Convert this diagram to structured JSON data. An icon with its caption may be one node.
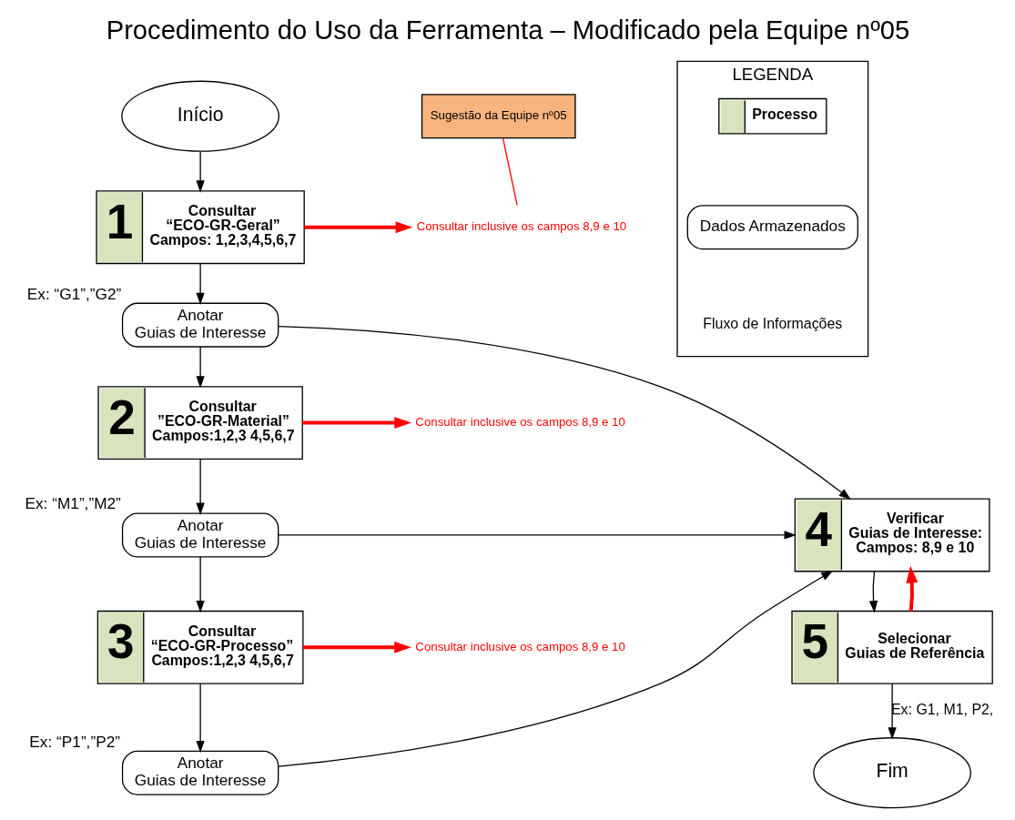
{
  "diagram": {
    "title": "Procedimento do Uso da Ferramenta – Modificado pela Equipe nº05",
    "nodes": [
      {
        "text": [
          "Início"
        ]
      },
      {
        "text": [
          "1",
          "Consultar",
          "“ECO-GR-Geral”",
          "Campos: 1,2,3,4,5,6,7"
        ]
      },
      {
        "text": [
          "Anotar",
          "Guias de Interesse"
        ],
        "beside": [
          "Ex: “G1”,”G2”"
        ]
      },
      {
        "text": [
          "2",
          "Consultar",
          "”ECO-GR-Material”",
          "Campos:1,2,3 4,5,6,7"
        ]
      },
      {
        "text": [
          "Anotar",
          "Guias de Interesse"
        ],
        "beside": [
          "Ex: “M1”,”M2”"
        ]
      },
      {
        "text": [
          "3",
          "Consultar",
          "“ECO-GR-Processo”",
          "Campos:1,2,3 4,5,6,7"
        ]
      },
      {
        "text": [
          "Anotar",
          "Guias de Interesse"
        ],
        "beside": [
          "Ex: “P1”,”P2”"
        ]
      },
      {
        "text": [
          "4",
          "Verificar",
          "Guias de Interesse:",
          "Campos: 8,9 e 10"
        ]
      },
      {
        "text": [
          "5",
          "Selecionar",
          "Guias de Referência"
        ]
      },
      {
        "text": [
          "Fim"
        ]
      },
      {
        "text": [
          "Consultar inclusive os campos 8,9 e 10"
        ]
      },
      {
        "text": [
          "Consultar inclusive os campos 8,9 e 10"
        ]
      },
      {
        "text": [
          "Consultar inclusive os campos 8,9 e 10"
        ]
      },
      {
        "text": [
          "Sugestão da Equipe nº05"
        ]
      },
      {
        "text": [
          "LEGENDA"
        ]
      },
      {
        "text": [
          "Processo"
        ],
        "in": 14
      },
      {
        "text": [
          "Dados Armazenados"
        ],
        "in": 14
      }
    ],
    "edges": [
      {
        "from": 0,
        "to": 1,
        "arrow": "to"
      },
      {
        "from": 1,
        "to": 2,
        "arrow": "to"
      },
      {
        "from": 2,
        "to": 3,
        "arrow": "to"
      },
      {
        "from": 3,
        "to": 4,
        "arrow": "to"
      },
      {
        "from": 4,
        "to": 5,
        "arrow": "to"
      },
      {
        "from": 5,
        "to": 6,
        "arrow": "to"
      },
      {
        "from": 2,
        "to": 7,
        "arrow": "to"
      },
      {
        "from": 4,
        "to": 7,
        "arrow": "to"
      },
      {
        "from": 6,
        "to": 7,
        "arrow": "to"
      },
      {
        "from": 7,
        "to": 8,
        "arrow": "to"
      },
      {
        "from": 8,
        "to": 9,
        "arrow": "to",
        "label": "Ex: G1, M1, P2,"
      },
      {
        "from": 1,
        "to": 10,
        "arrow": "to",
        "style": "thick",
        "color": "#ff0000"
      },
      {
        "from": 3,
        "to": 11,
        "arrow": "to",
        "style": "thick",
        "color": "#ff0000"
      },
      {
        "from": 5,
        "to": 12,
        "arrow": "to",
        "style": "thick",
        "color": "#ff0000"
      },
      {
        "from": 13,
        "to": 10,
        "arrow": "none",
        "color": "#ff0000"
      },
      {
        "from": 8,
        "to": 7,
        "arrow": "to",
        "style": "thick",
        "color": "#ff0000"
      }
    ],
    "labels": [
      "Fluxo de Informações"
    ]
  }
}
